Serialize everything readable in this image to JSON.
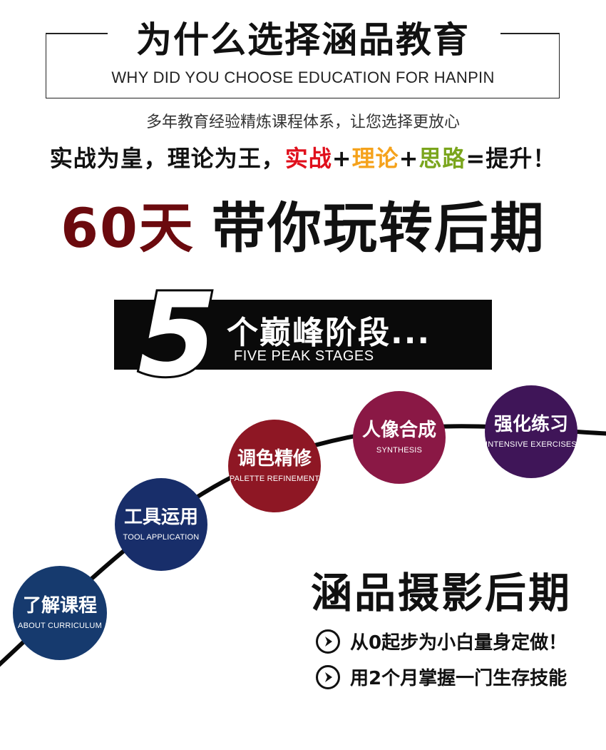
{
  "header": {
    "title_cn": "为什么选择涵品教育",
    "title_en": "WHY DID YOU CHOOSE EDUCATION FOR HANPIN",
    "subtitle": "多年教育经验精炼课程体系，让您选择更放心"
  },
  "slogan": {
    "part1": "实战为皇，理论为王，",
    "word_practice": "实战",
    "plus1": "+",
    "word_theory": "理论",
    "plus2": "+",
    "word_thinking": "思路",
    "result": "=提升！"
  },
  "headline": {
    "days": "60天",
    "rest": "带你玩转后期"
  },
  "stages_banner": {
    "number": "5",
    "title_cn": "个巅峰阶段...",
    "title_en": "FIVE PEAK STAGES"
  },
  "stages": [
    {
      "cn": "了解课程",
      "en": "ABOUT CURRICULUM",
      "color": "#163a6e"
    },
    {
      "cn": "工具运用",
      "en": "TOOL APPLICATION",
      "color": "#182e6a"
    },
    {
      "cn": "调色精修",
      "en": "PALETTE REFINEMENT",
      "color": "#8e1724"
    },
    {
      "cn": "人像合成",
      "en": "SYNTHESIS",
      "color": "#8a1845"
    },
    {
      "cn": "强化练习",
      "en": "INTENSIVE EXERCISES",
      "color": "#3f1558"
    }
  ],
  "brand": {
    "name": "涵品摄影后期",
    "bullets": [
      "从0起步为小白量身定做！",
      "用2个月掌握一门生存技能"
    ]
  }
}
